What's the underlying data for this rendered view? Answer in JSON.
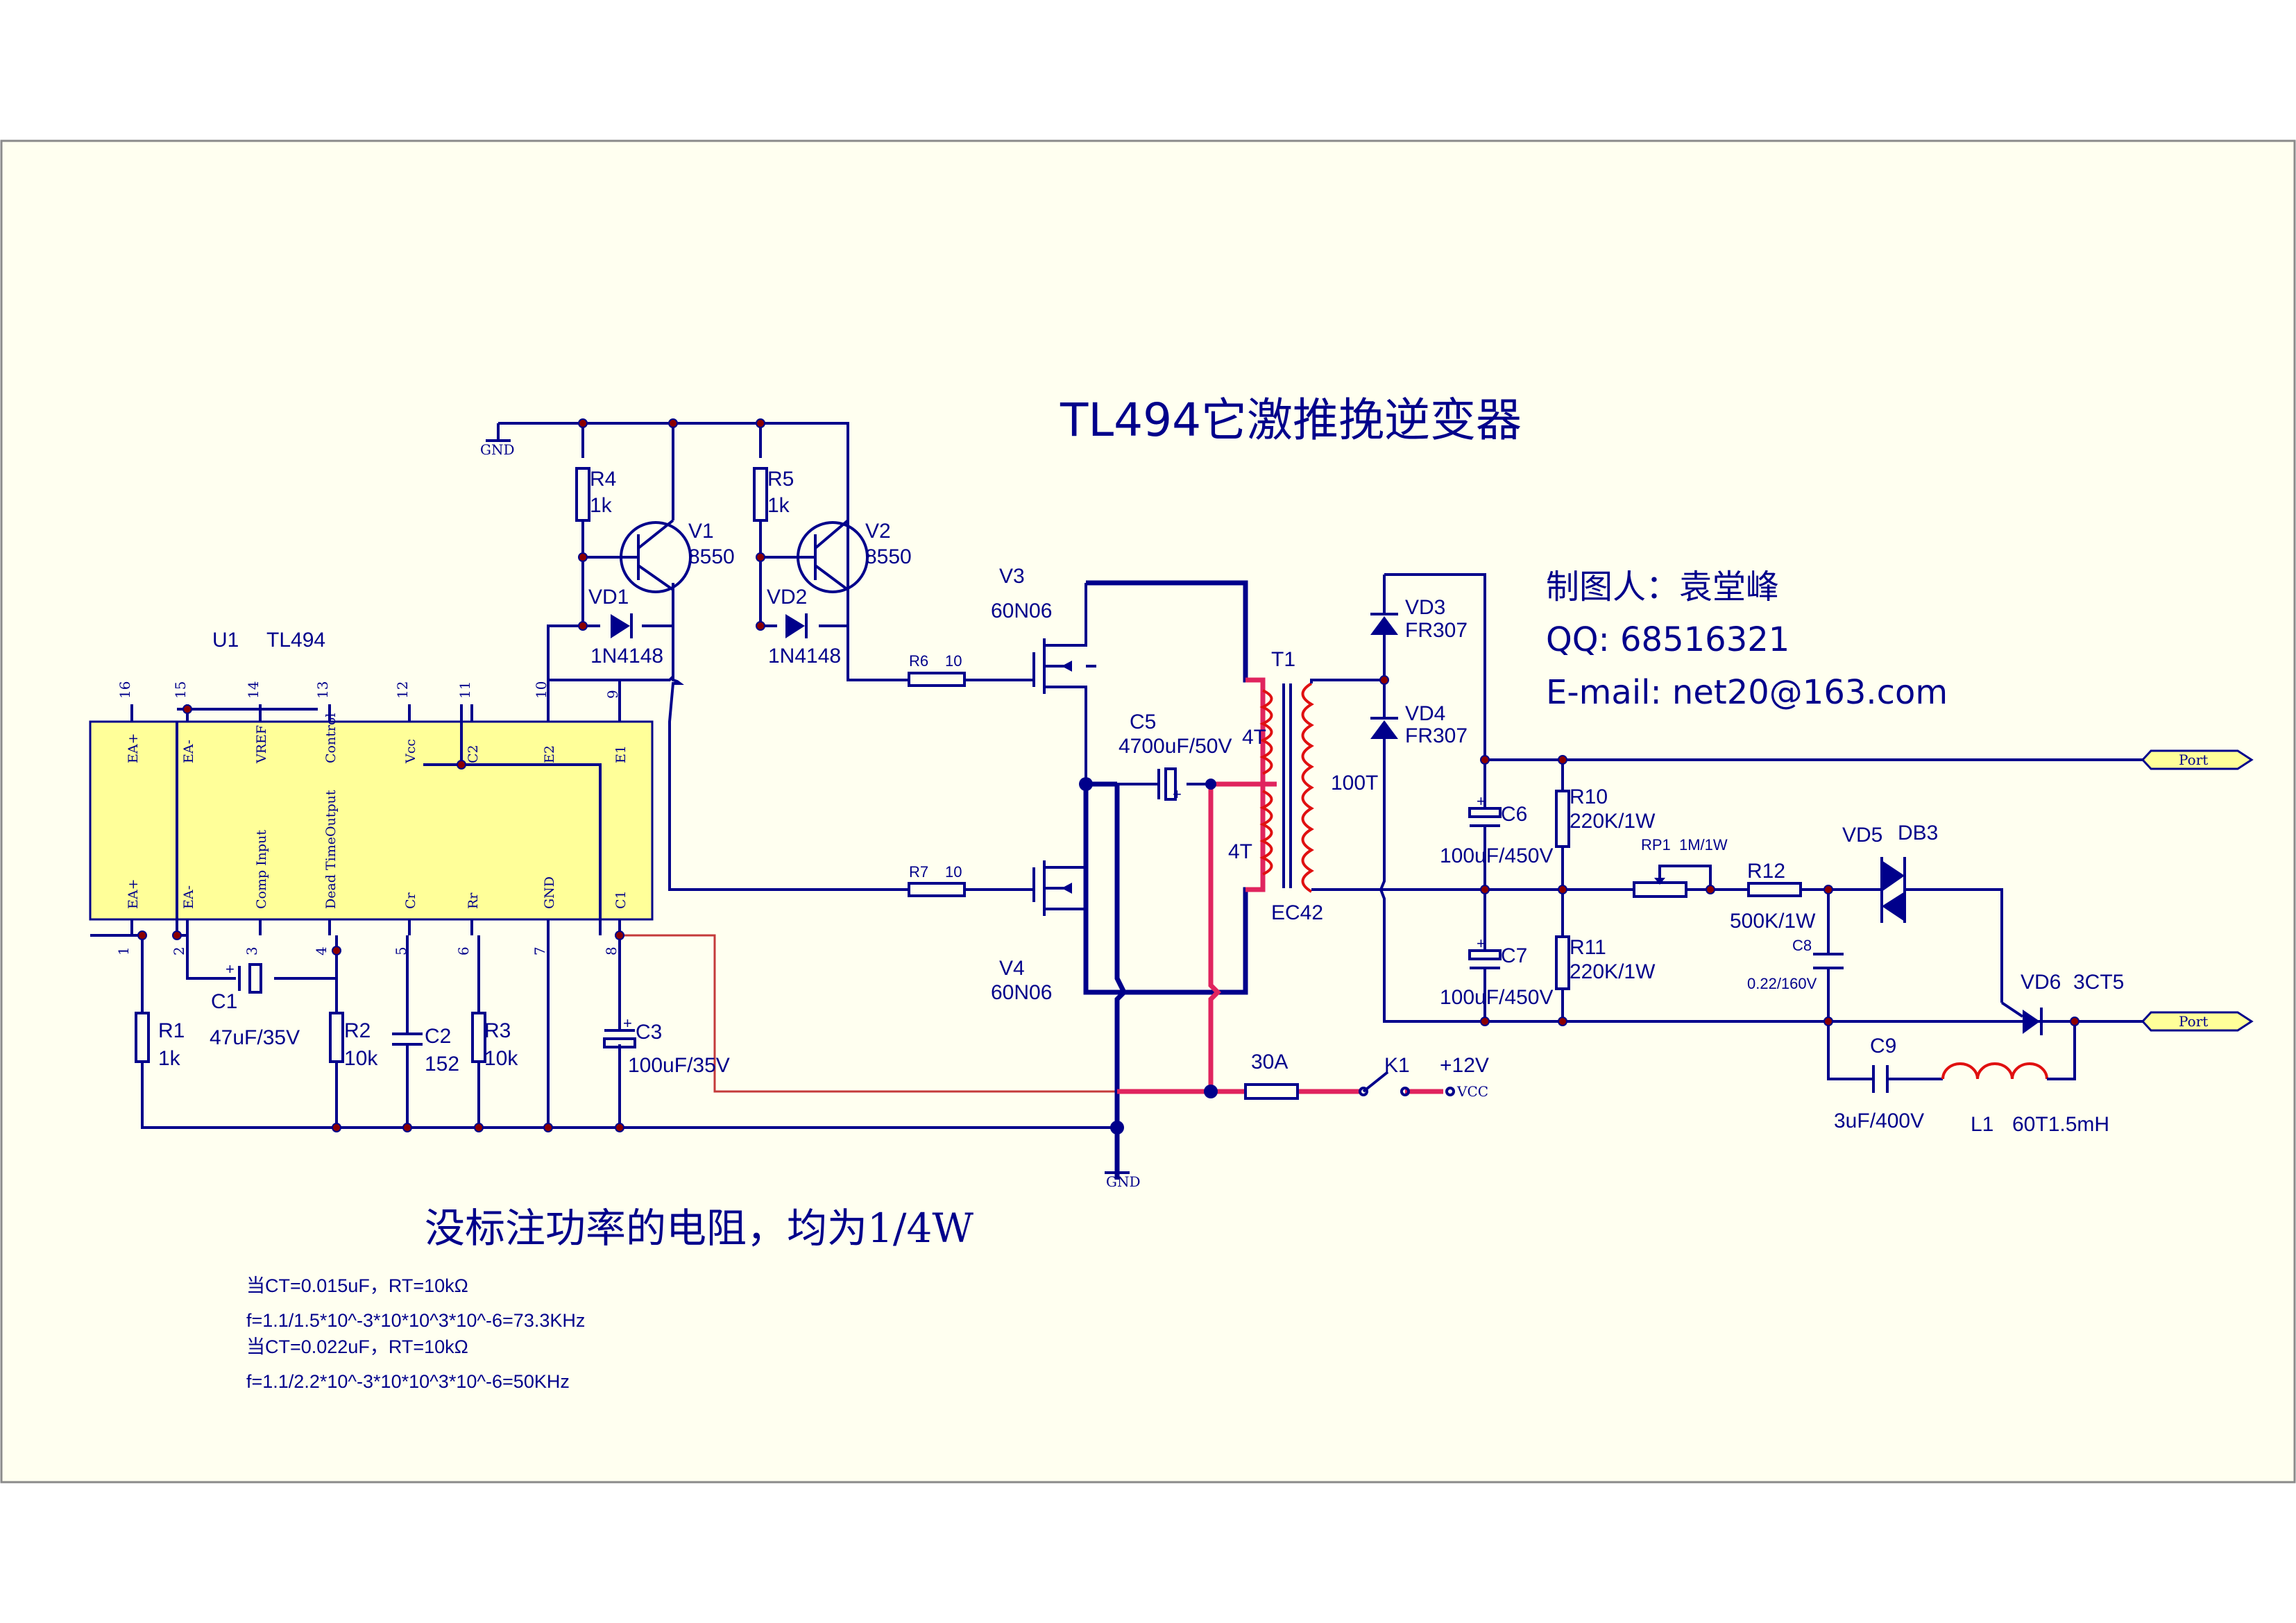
{
  "title": "TL494它激推挽逆变器",
  "author_line": "制图人：袁堂峰",
  "qq_line": "QQ:  68516321",
  "email_line": "E-mail:  net20@163.com",
  "note": "没标注功率的电阻，均为1/4W",
  "formulas": [
    "当CT=0.015uF，RT=10kΩ",
    "f=1.1/1.5*10^-3*10*10^3*10^-6=73.3KHz",
    "当CT=0.022uF，RT=10kΩ",
    "f=1.1/2.2*10^-3*10*10^3*10^-6=50KHz"
  ],
  "ic": {
    "ref": "U1",
    "part": "TL494",
    "top_pins": [
      "16",
      "15",
      "14",
      "13",
      "12",
      "11",
      "10",
      "9"
    ],
    "top_names": [
      "EA+",
      "EA-",
      "VREF",
      "Control",
      "Vcc",
      "C2",
      "E2",
      "E1"
    ],
    "bottom_pins": [
      "1",
      "2",
      "3",
      "4",
      "5",
      "6",
      "7",
      "8"
    ],
    "bottom_names": [
      "EA+",
      "EA-",
      "Comp Input",
      "Dead TimeOutput",
      "Cr",
      "Rr",
      "GND",
      "C1"
    ]
  },
  "components": {
    "r1": {
      "ref": "R1",
      "value": "1k"
    },
    "r2": {
      "ref": "R2",
      "value": "10k"
    },
    "r3": {
      "ref": "R3",
      "value": "10k"
    },
    "r4": {
      "ref": "R4",
      "value": "1k"
    },
    "r5": {
      "ref": "R5",
      "value": "1k"
    },
    "r6": {
      "ref": "R6",
      "value": "10"
    },
    "r7": {
      "ref": "R7",
      "value": "10"
    },
    "r10": {
      "ref": "R10",
      "value": "220K/1W"
    },
    "r11": {
      "ref": "R11",
      "value": "220K/1W"
    },
    "r12": {
      "ref": "R12",
      "value": "500K/1W"
    },
    "rp1": {
      "ref": "RP1",
      "value": "1M/1W"
    },
    "c1": {
      "ref": "C1",
      "value": "47uF/35V"
    },
    "c2": {
      "ref": "C2",
      "value": "152"
    },
    "c3": {
      "ref": "C3",
      "value": "100uF/35V"
    },
    "c5": {
      "ref": "C5",
      "value": "4700uF/50V"
    },
    "c6": {
      "ref": "C6",
      "value": "100uF/450V"
    },
    "c7": {
      "ref": "C7",
      "value": "100uF/450V"
    },
    "c8": {
      "ref": "C8",
      "value": "0.22/160V"
    },
    "c9": {
      "ref": "C9",
      "value": "3uF/400V"
    },
    "v1": {
      "ref": "V1",
      "value": "8550"
    },
    "v2": {
      "ref": "V2",
      "value": "8550"
    },
    "v3": {
      "ref": "V3",
      "value": "60N06"
    },
    "v4": {
      "ref": "V4",
      "value": "60N06"
    },
    "vd1": {
      "ref": "VD1",
      "value": "1N4148"
    },
    "vd2": {
      "ref": "VD2",
      "value": "1N4148"
    },
    "vd3": {
      "ref": "VD3",
      "value": "FR307"
    },
    "vd4": {
      "ref": "VD4",
      "value": "FR307"
    },
    "vd5": {
      "ref": "VD5",
      "value": "DB3"
    },
    "vd6": {
      "ref": "VD6",
      "value": "3CT5"
    },
    "t1": {
      "ref": "T1",
      "core": "EC42",
      "primary_upper": "4T",
      "primary_lower": "4T",
      "secondary": "100T"
    },
    "l1": {
      "ref": "L1",
      "value": "60T1.5mH"
    },
    "k1": {
      "ref": "K1",
      "supply": "+12V",
      "net": "VCC"
    },
    "fuse": {
      "value": "30A"
    }
  },
  "nets": {
    "gnd": "GND",
    "port": "Port"
  },
  "colors": {
    "background": "#fffff0",
    "wire": "#00008b",
    "power_wire": "#e0245e",
    "ic_fill": "#ffff99"
  }
}
